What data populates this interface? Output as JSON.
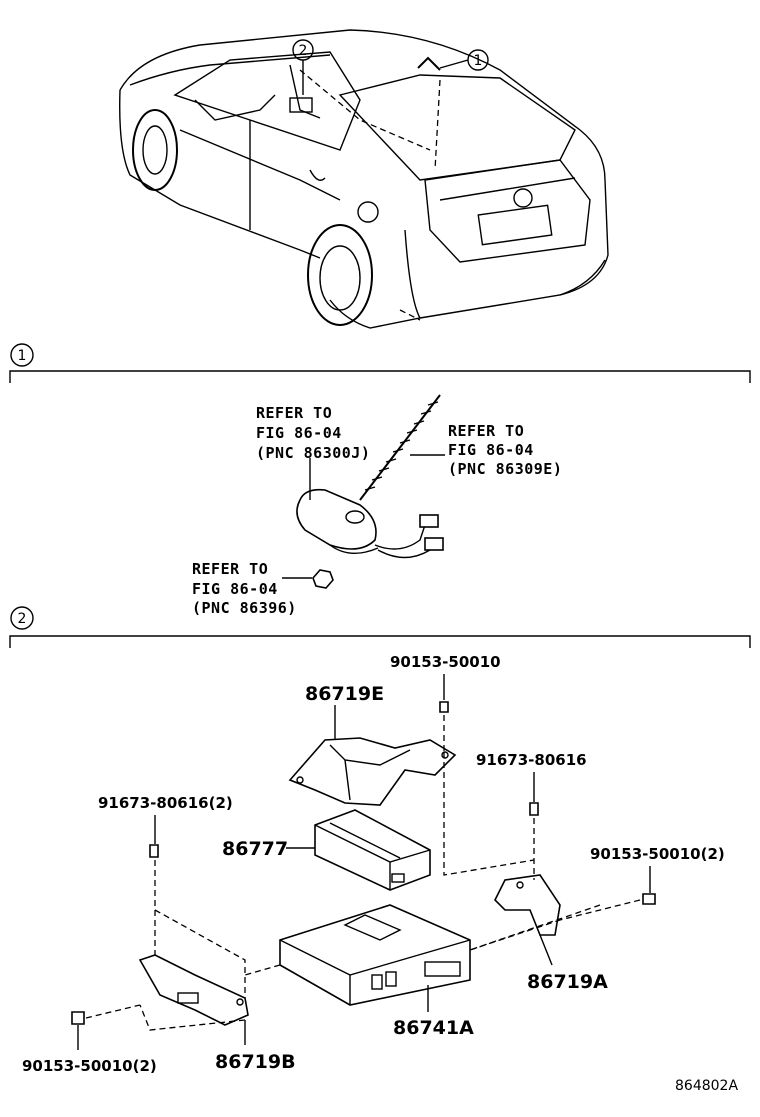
{
  "callouts": {
    "one": "1",
    "two": "2"
  },
  "section1": {
    "antenna_ref": [
      "REFER TO",
      "FIG 86-04",
      "(PNC 86300J)"
    ],
    "cable_ref": [
      "REFER TO",
      "FIG 86-04",
      "(PNC 86309E)"
    ],
    "nut_ref": [
      "REFER TO",
      "FIG 86-04",
      "(PNC 86396)"
    ]
  },
  "section2": {
    "bracket_top": "86719E",
    "screw_top": "90153-50010",
    "bolt_right": "91673-80616",
    "bolt_left": "91673-80616(2)",
    "module_top": "86777",
    "screw_right": "90153-50010(2)",
    "bracket_right": "86719A",
    "main_unit": "86741A",
    "screw_left": "90153-50010(2)",
    "bracket_left": "86719B"
  },
  "figure_id": "864802A"
}
